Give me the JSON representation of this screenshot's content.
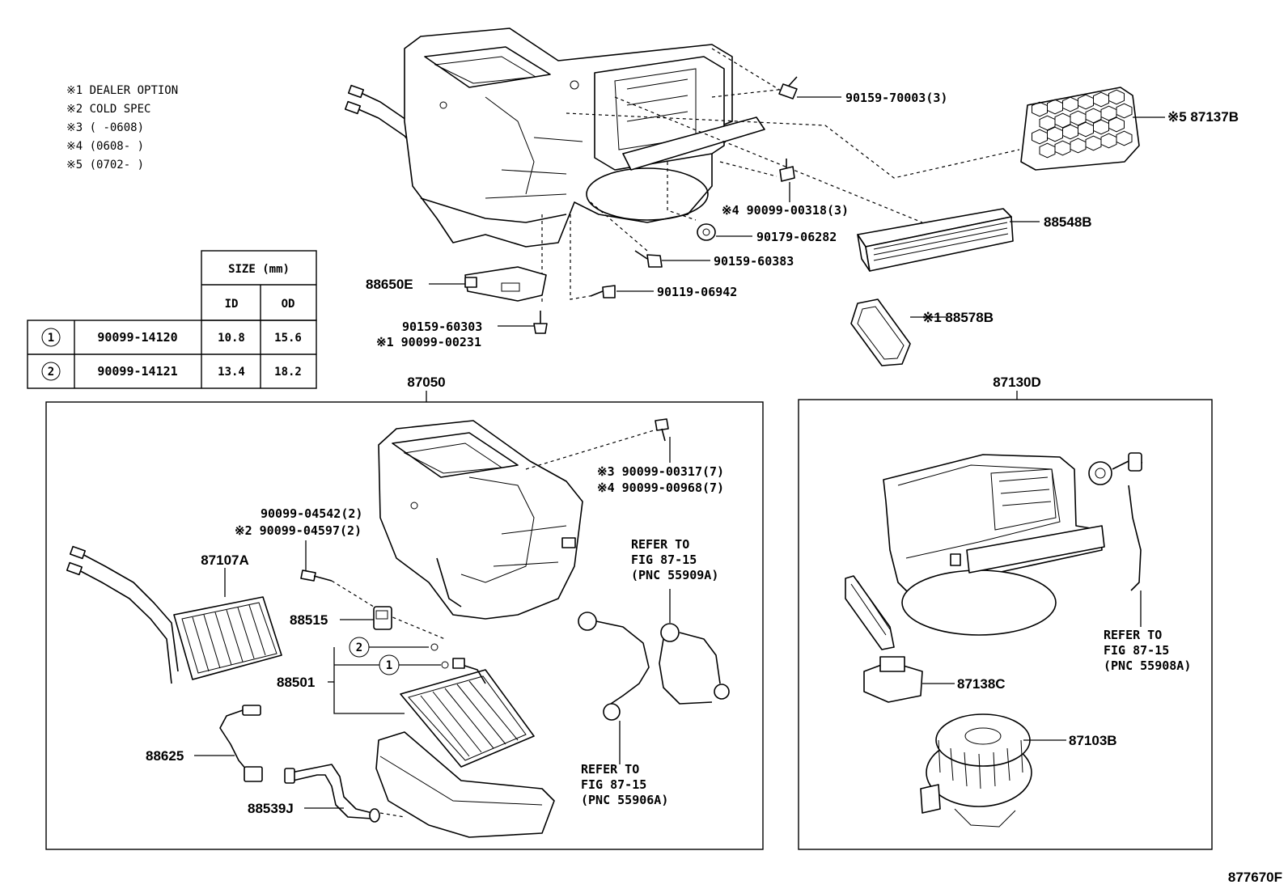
{
  "notes": [
    "※1 DEALER OPTION",
    "※2 COLD SPEC",
    "※3  (      -0608)",
    "※4  (0608-      )",
    "※5  (0702-      )"
  ],
  "size_table": {
    "header_group": "SIZE (mm)",
    "col_id": "ID",
    "col_od": "OD",
    "rows": [
      {
        "mark": "1",
        "part": "90099-14120",
        "id": "10.8",
        "od": "15.6"
      },
      {
        "mark": "2",
        "part": "90099-14121",
        "id": "13.4",
        "od": "18.2"
      }
    ]
  },
  "labels": {
    "p90159_70003": "90159-70003(3)",
    "p87137b": "※5 87137B",
    "p90099_00318": "※4 90099-00318(3)",
    "p88548b": "88548B",
    "p90179_06282": "90179-06282",
    "p90159_60383": "90159-60383",
    "p88650e": "88650E",
    "p90119_06942": "90119-06942",
    "p90159_60303": "90159-60303",
    "p90099_00231": "※1 90099-00231",
    "p88578b": "※1 88578B",
    "p87050": "87050",
    "p87130d": "87130D",
    "p90099_00317": "※3 90099-00317(7)",
    "p90099_00968": "※4 90099-00968(7)",
    "p90099_04542": "90099-04542(2)",
    "p90099_04597": "※2 90099-04597(2)",
    "p87107a": "87107A",
    "p88515": "88515",
    "p88501": "88501",
    "p88625": "88625",
    "p88539j": "88539J",
    "p87138c": "87138C",
    "p87103b": "87103B",
    "refer_a_1": "REFER TO",
    "refer_a_2": "FIG 87-15",
    "refer_a_3": "(PNC 55909A)",
    "refer_b_1": "REFER TO",
    "refer_b_2": "FIG 87-15",
    "refer_b_3": "(PNC 55906A)",
    "refer_c_1": "REFER TO",
    "refer_c_2": "FIG 87-15",
    "refer_c_3": "(PNC 55908A)",
    "callout_1": "1",
    "callout_2": "2",
    "figure_id": "877670F"
  }
}
